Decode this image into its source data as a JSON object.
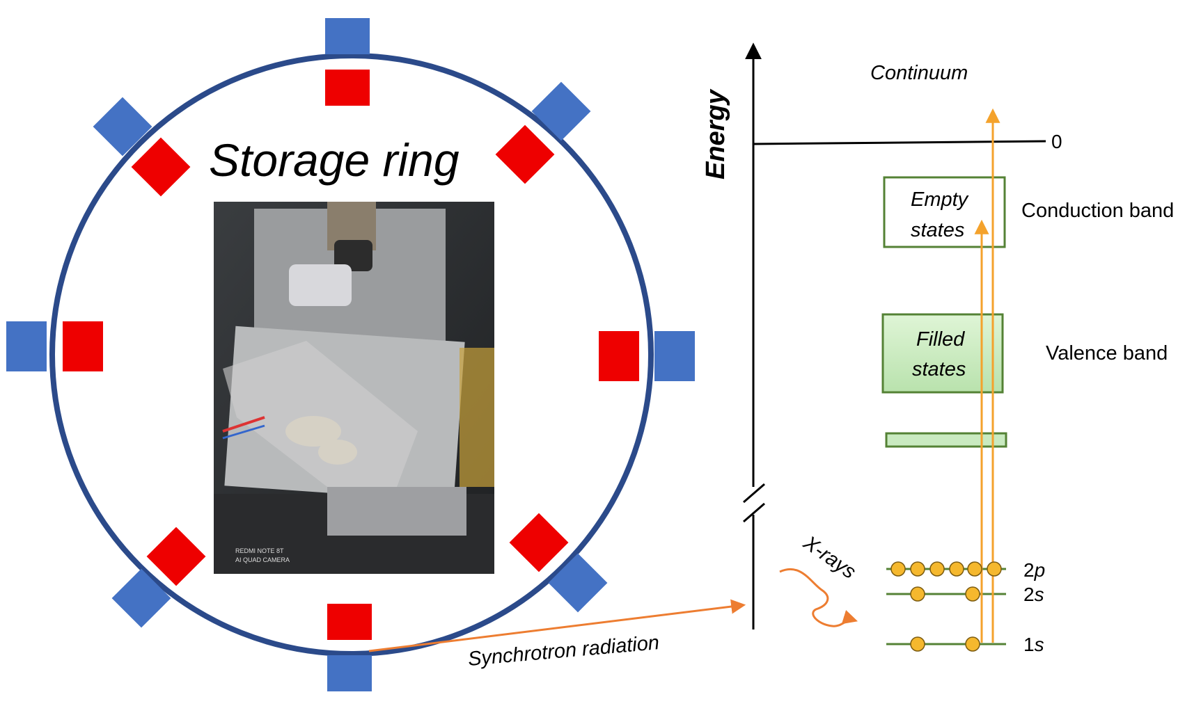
{
  "ring": {
    "title": "Storage ring",
    "radiation_label": "Synchrotron radiation",
    "photo_caption_line1": "REDMI NOTE 8T",
    "photo_caption_line2": "AI QUAD CAMERA"
  },
  "energy_diagram": {
    "axis_label": "Energy",
    "continuum_label": "Continuum",
    "zero_label": "0",
    "empty_states_line1": "Empty",
    "empty_states_line2": "states",
    "conduction_band_label": "Conduction band",
    "filled_states_line1": "Filled",
    "filled_states_line2": "states",
    "valence_band_label": "Valence band",
    "xrays_label": "X-rays",
    "level_2p": "2p",
    "level_2s": "2s",
    "level_1s": "1s"
  },
  "colors": {
    "ring": "#2b4a8a",
    "magnet_blue": "#4472c4",
    "magnet_red": "#ee0000",
    "band_border": "#548235",
    "band_fill": "#c9eac0",
    "arrow_orange": "#f4a22c",
    "radiation_orange": "#ed7d31",
    "electron_fill": "#f5b82e"
  }
}
